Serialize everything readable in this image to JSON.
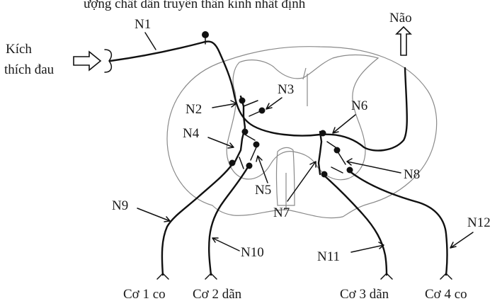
{
  "header": {
    "partial_text": "ượng chất dẫn truyền thần kinh nhất định"
  },
  "stimulus": {
    "line1": "Kích",
    "line2": "thích đau"
  },
  "brain": {
    "label": "Não"
  },
  "neurons": {
    "n1": "N1",
    "n2": "N2",
    "n3": "N3",
    "n4": "N4",
    "n5": "N5",
    "n6": "N6",
    "n7": "N7",
    "n8": "N8",
    "n9": "N9",
    "n10": "N10",
    "n11": "N11",
    "n12": "N12"
  },
  "muscles": {
    "m1": "Cơ 1 co",
    "m2": "Cơ 2 dãn",
    "m3": "Cơ 3 dãn",
    "m4": "Cơ 4 co"
  }
}
